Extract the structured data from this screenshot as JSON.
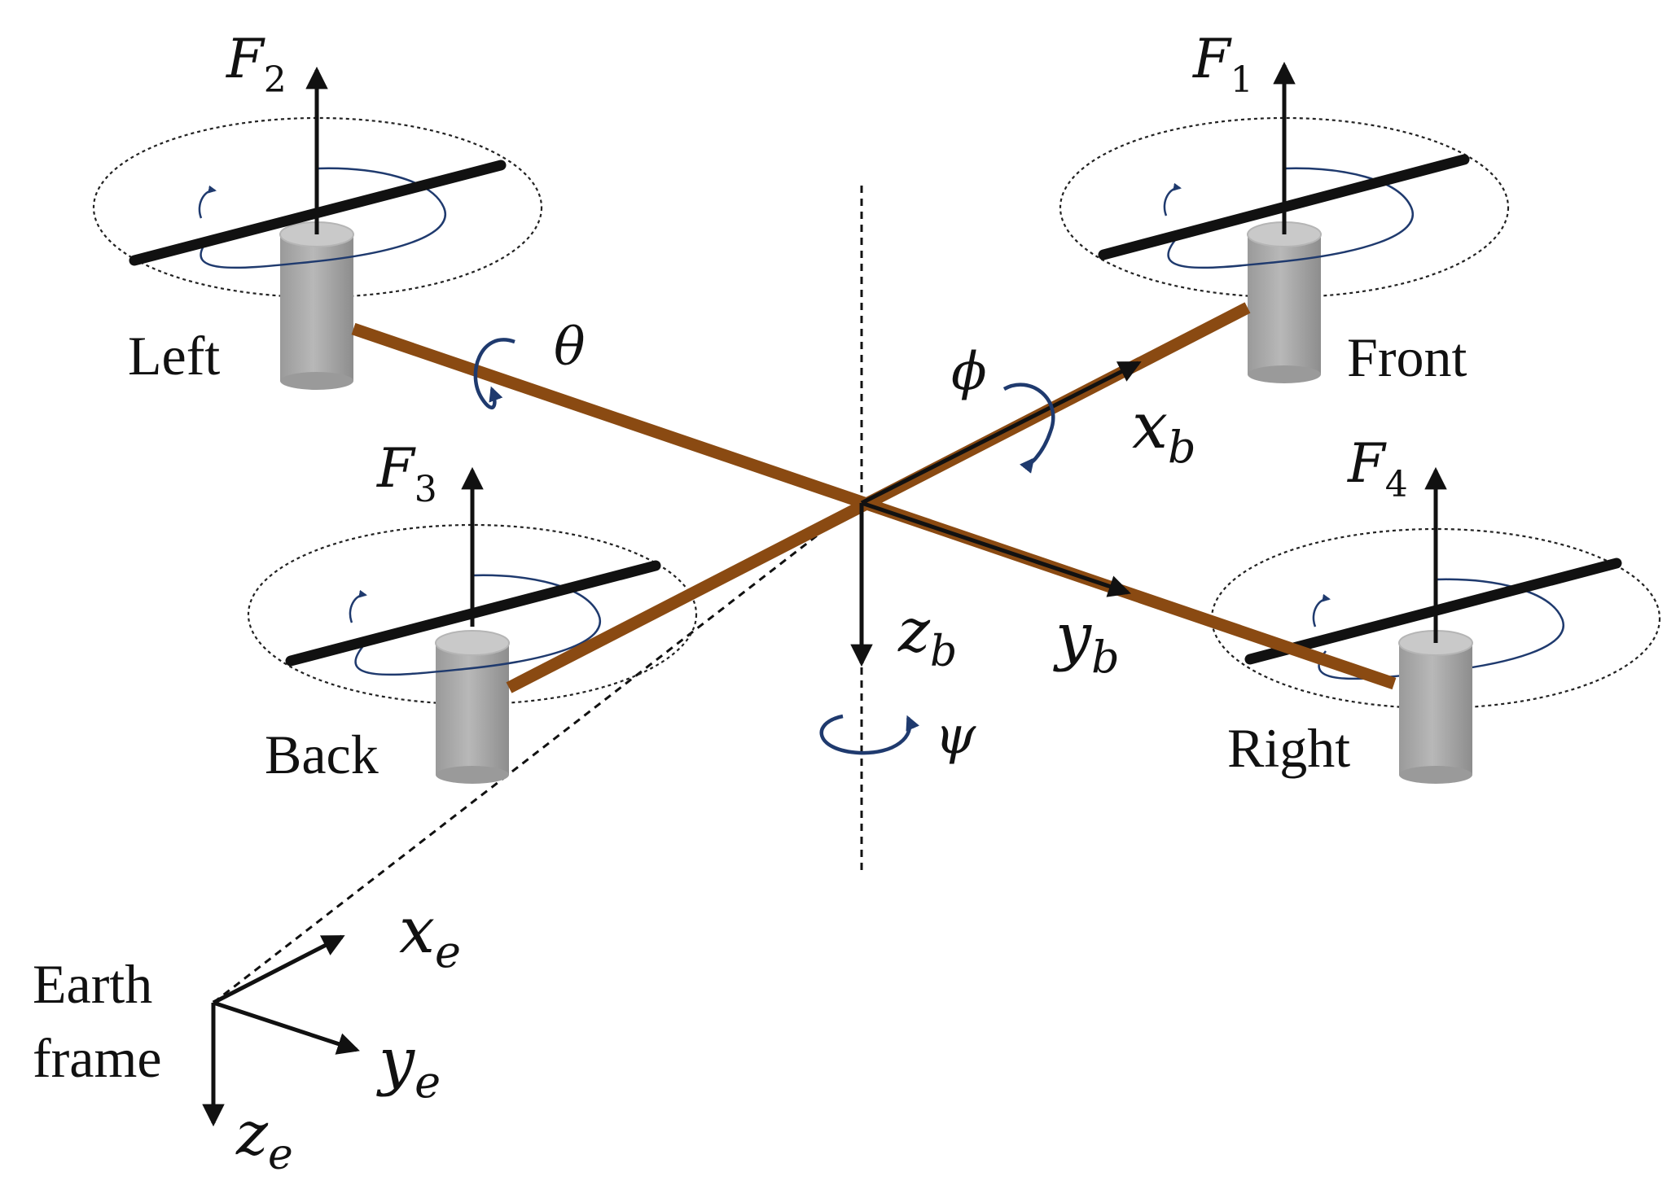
{
  "labels": {
    "left": "Left",
    "front": "Front",
    "back": "Back",
    "right": "Right",
    "earth_frame_line1": "Earth",
    "earth_frame_line2": "frame"
  },
  "forces": {
    "f1": {
      "base": "F",
      "sub": "1"
    },
    "f2": {
      "base": "F",
      "sub": "2"
    },
    "f3": {
      "base": "F",
      "sub": "3"
    },
    "f4": {
      "base": "F",
      "sub": "4"
    }
  },
  "body_axes": {
    "xb": {
      "base": "x",
      "sub": "b"
    },
    "yb": {
      "base": "y",
      "sub": "b"
    },
    "zb": {
      "base": "z",
      "sub": "b"
    }
  },
  "earth_axes": {
    "xe": {
      "base": "x",
      "sub": "e"
    },
    "ye": {
      "base": "y",
      "sub": "e"
    },
    "ze": {
      "base": "z",
      "sub": "e"
    }
  },
  "angles": {
    "theta": "θ",
    "phi": "ϕ",
    "psi": "ψ"
  },
  "colors": {
    "arm": "#8a4a12",
    "rotation_arrow": "#1f3a6e",
    "motor": "#a9a9a9"
  }
}
